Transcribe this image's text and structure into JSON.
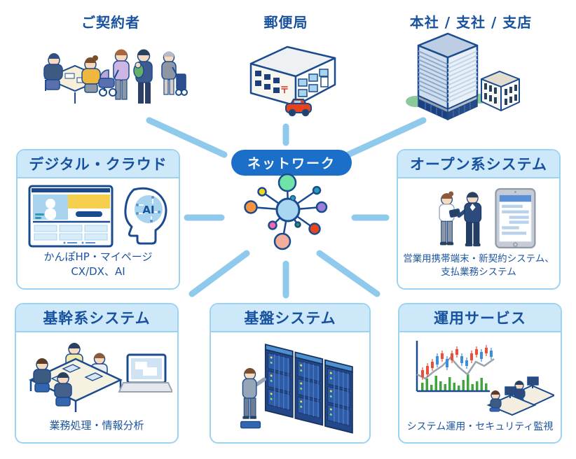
{
  "diagram": {
    "top_labels": {
      "policyholders": "ご契約者",
      "post_office": "郵便局",
      "headquarters": "本社 / 支社 / 支店"
    },
    "network": {
      "label": "ネットワーク"
    },
    "boxes": {
      "digital_cloud": {
        "title": "デジタル・クラウド",
        "caption1": "かんぽHP・マイページ",
        "caption2": "CX/DX、AI"
      },
      "open_system": {
        "title": "オープン系システム",
        "caption1": "営業用携帯端末・新契約システム、",
        "caption2": "支払業務システム"
      },
      "core_system": {
        "title": "基幹系システム",
        "caption1": "業務処理・情報分析"
      },
      "platform_system": {
        "title": "基盤システム"
      },
      "operation_service": {
        "title": "運用サービス",
        "caption1": "システム運用・セキュリティ監視"
      }
    },
    "icons": {
      "ai_label": "AI",
      "postal_mark": "〒"
    },
    "colors": {
      "heading_text": "#17519f",
      "caption_text": "#1d55a0",
      "box_border": "#9cd3f2",
      "box_header_bg": "#cde9f9",
      "network_pill_bg": "#1c6fc8",
      "network_pill_text": "#ffffff",
      "spoke": "#8fc9ec",
      "outline": "#1b4b8f",
      "hub": "#a9d7f2",
      "node_green": "#6fe3a8",
      "node_yellow": "#f6d320",
      "node_teal": "#2a9ab5",
      "node_orange": "#f6953c",
      "node_purple": "#9b7fd6",
      "node_pink": "#f268a8",
      "node_small_green": "#2e9e44",
      "node_red": "#e8451e",
      "node_salmon": "#f4ad9b"
    }
  }
}
